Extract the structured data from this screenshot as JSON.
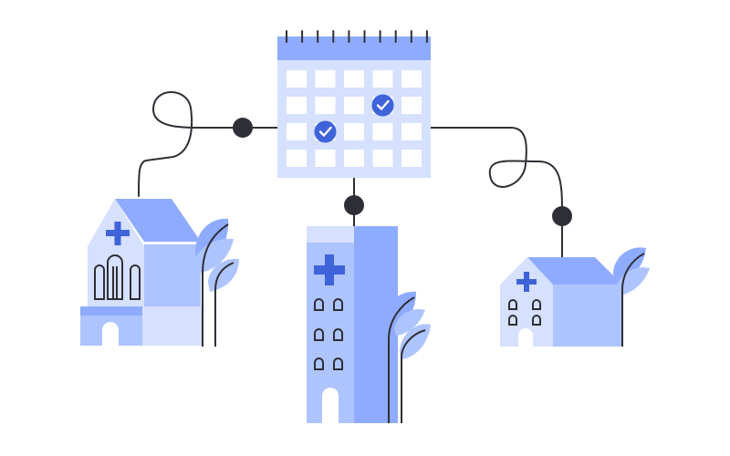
{
  "colors": {
    "background": "#ffffff",
    "blue_light": "#aec4ff",
    "blue_mid": "#8eabff",
    "blue_pale": "#d6e0ff",
    "blue_accent": "#3f63d9",
    "line_dark": "#2e2f36",
    "cell_white": "#ffffff"
  },
  "calendar": {
    "grid_rows": 4,
    "grid_cols": 5,
    "checked_cells": [
      {
        "row": 1,
        "col": 3
      },
      {
        "row": 2,
        "col": 1
      }
    ]
  },
  "icons": {
    "calendar": "calendar-icon",
    "check": "check-icon",
    "medical_cross": "medical-cross-icon",
    "hospital": "hospital-building-icon",
    "clinic": "clinic-building-icon",
    "plant": "plant-leaf-icon",
    "connector_node": "connector-node-icon"
  },
  "buildings": [
    {
      "id": "church-hospital",
      "kind": "church-style hospital"
    },
    {
      "id": "tower-hospital",
      "kind": "tall hospital tower"
    },
    {
      "id": "small-clinic",
      "kind": "small clinic"
    }
  ]
}
